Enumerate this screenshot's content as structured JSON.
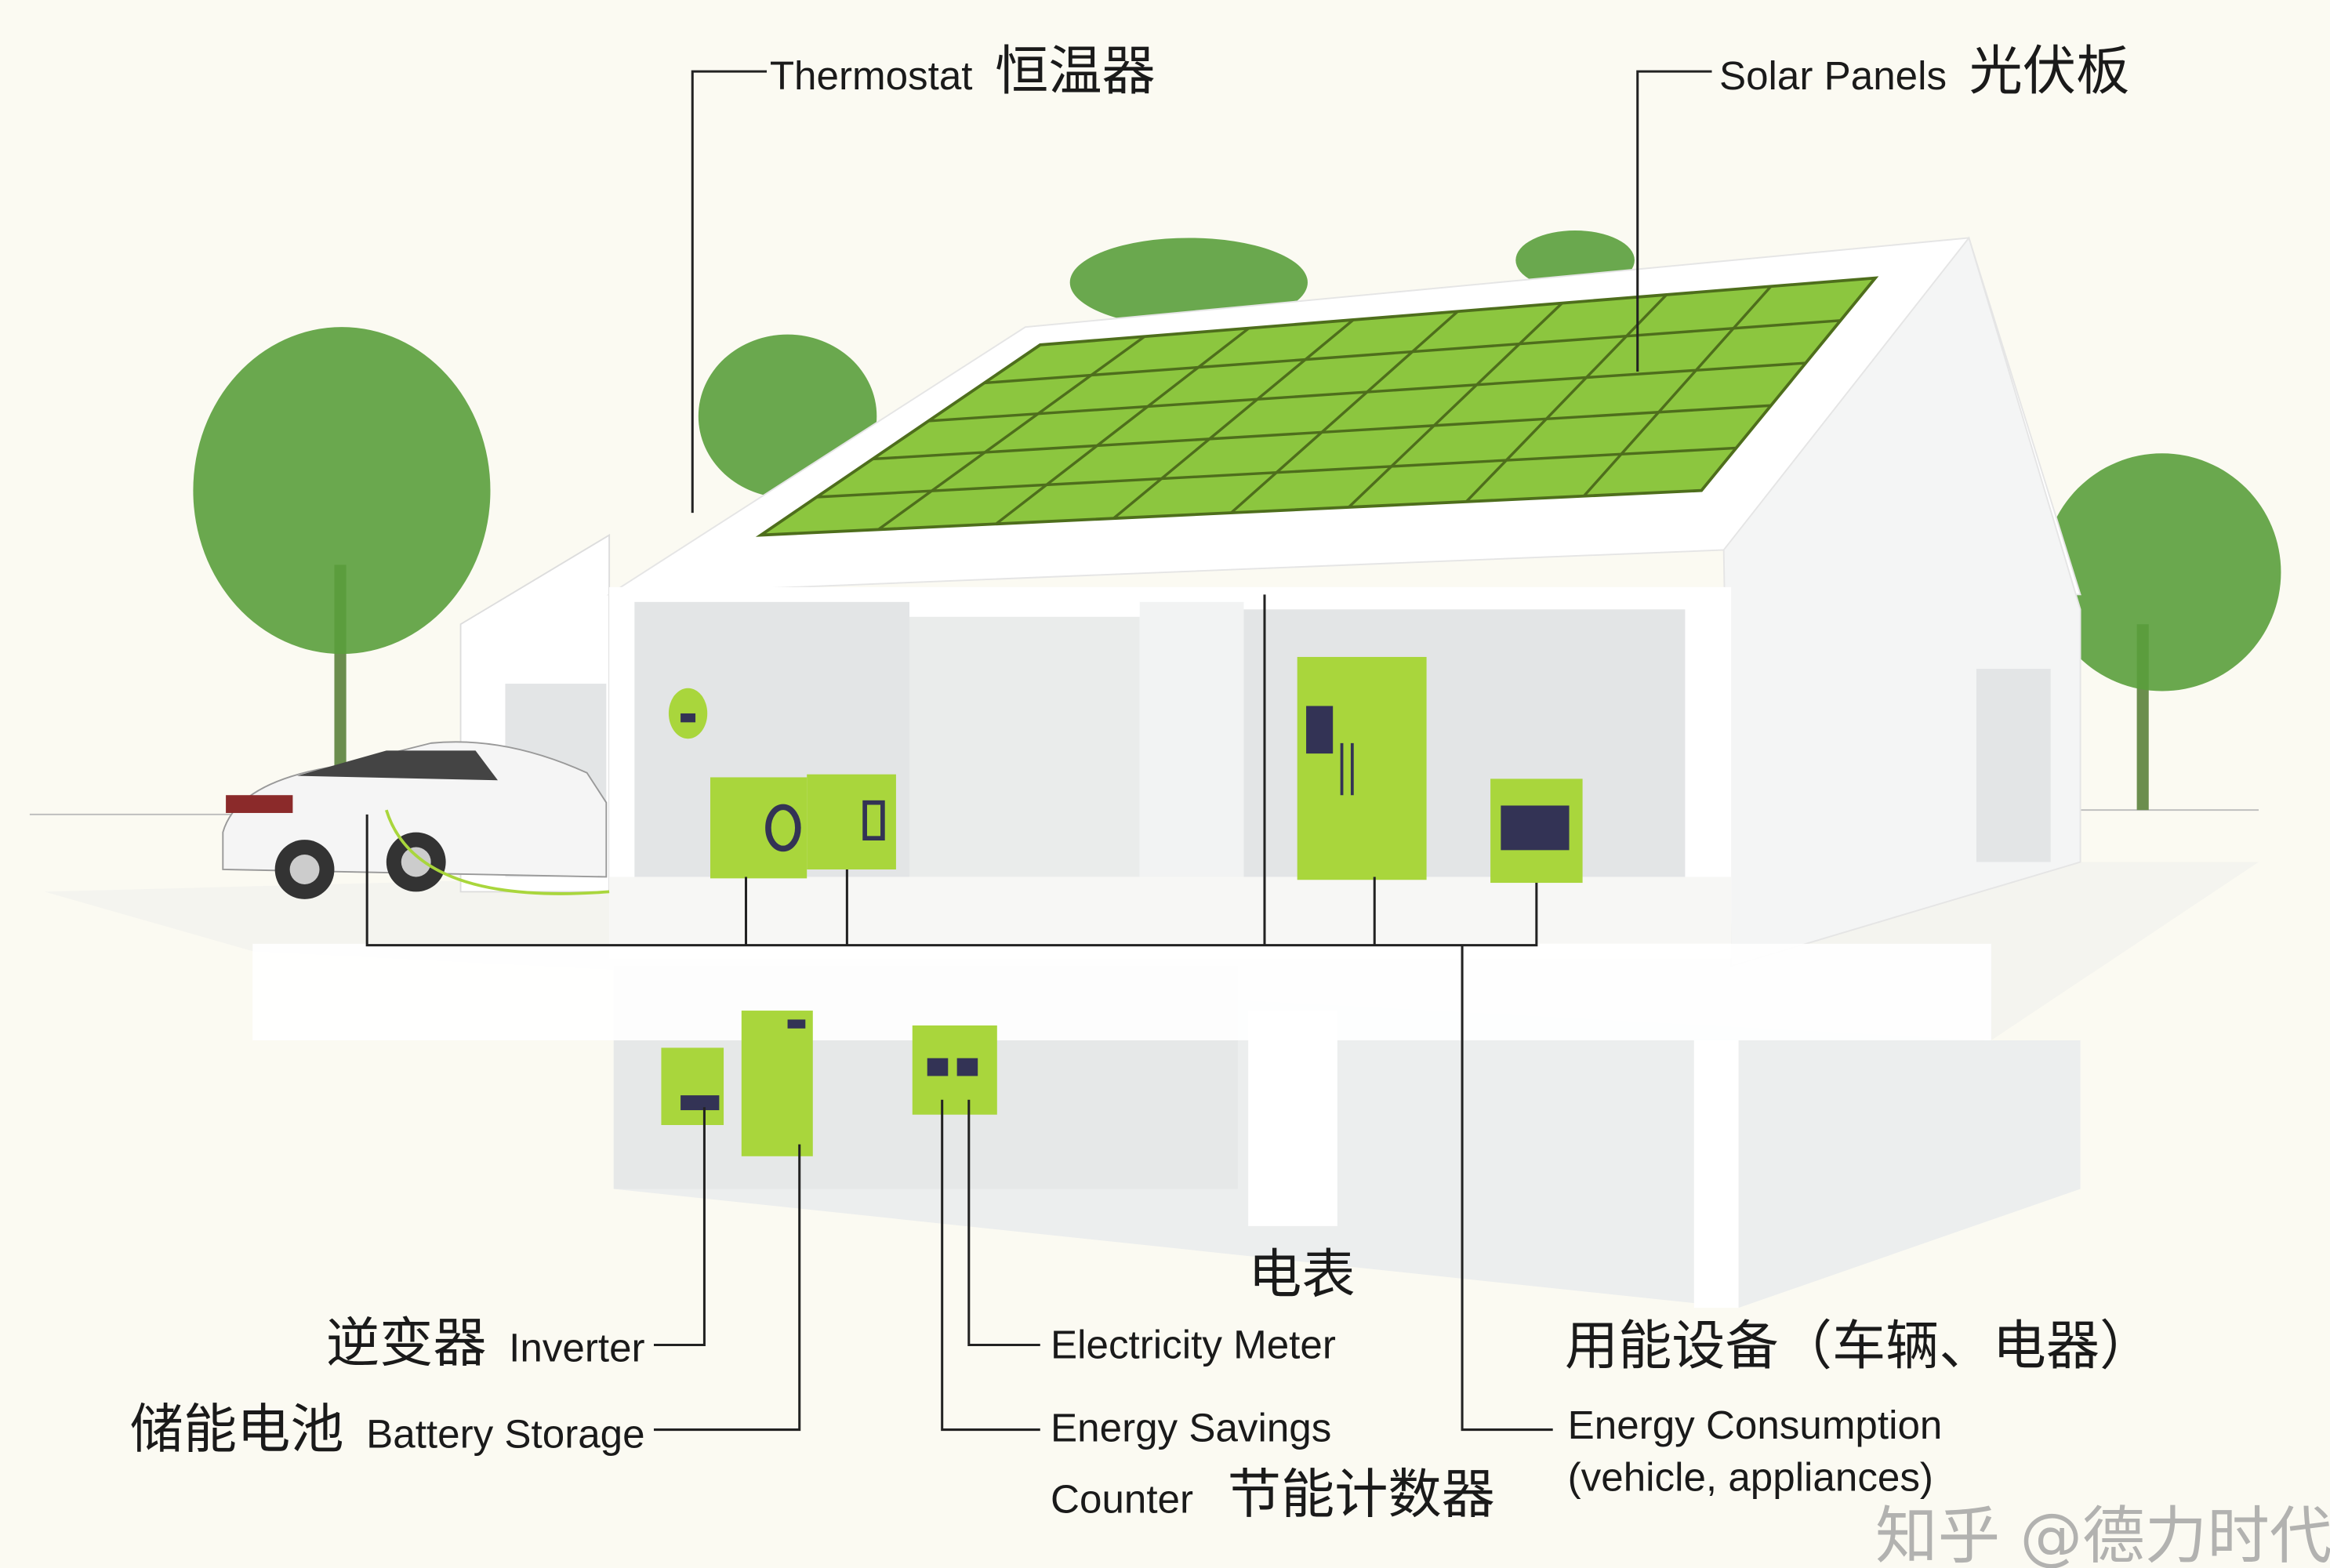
{
  "labels": {
    "thermostat_en": "Thermostat",
    "thermostat_zh": "恒温器",
    "solar_en": "Solar Panels",
    "solar_zh": "光伏板",
    "meter_zh": "电表",
    "meter_en": "Electricity Meter",
    "inverter_zh": "逆变器",
    "inverter_en": "Inverter",
    "battery_zh": "储能电池",
    "battery_en": "Battery Storage",
    "savings_en_line1": "Energy Savings",
    "savings_en_line2": "Counter",
    "savings_zh": "节能计数器",
    "consumption_zh": "用能设备（车辆、电器）",
    "consumption_en_line1": "Energy Consumption",
    "consumption_en_line2": "(vehicle, appliances)"
  },
  "watermark": "知乎 @德力时代",
  "colors": {
    "background": "#fbfaf2",
    "device_green": "#a9d63c",
    "solar_green": "#8cc63f",
    "tree_green": "#5a9e3c",
    "wall": "#ffffff",
    "shadow": "#e3e5e6"
  }
}
